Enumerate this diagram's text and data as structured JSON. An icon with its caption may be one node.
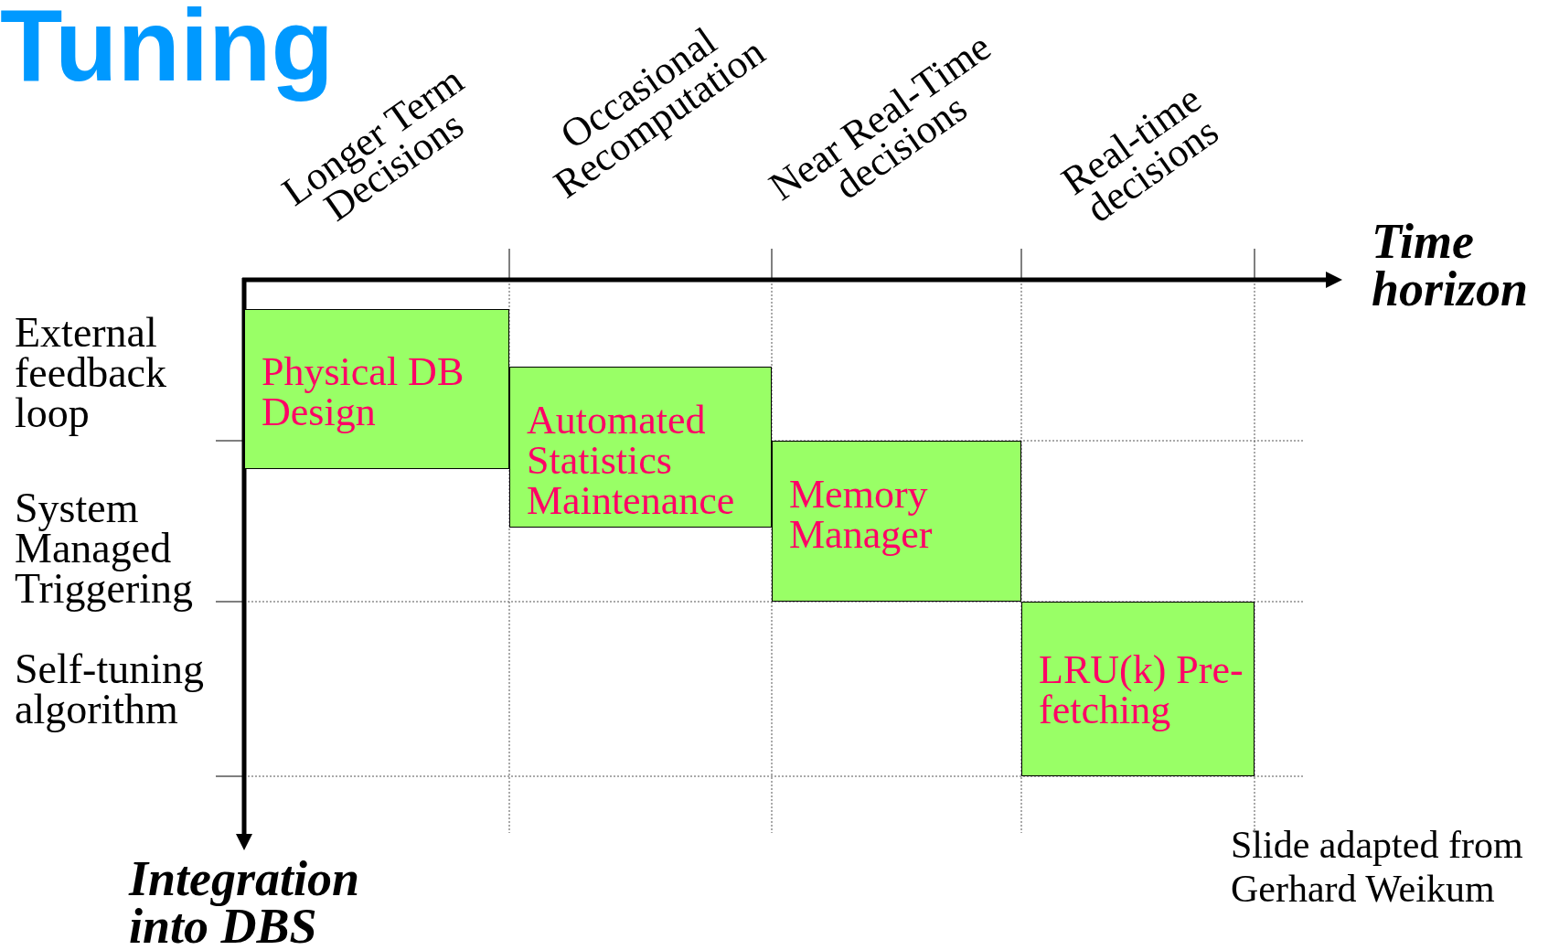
{
  "diagram": {
    "title": "Tuning",
    "nodes": [
      {
        "text": [
          "Physical DB Design"
        ]
      },
      {
        "text": [
          "Automated Statistics Maintenance"
        ]
      },
      {
        "text": [
          "Memory Manager"
        ]
      },
      {
        "text": [
          "LRU(k) Pre-fetching"
        ]
      }
    ],
    "labels": [
      "Longer Term Decisions",
      "Occasional Recomputation",
      "Near Real-Time decisions",
      "Real-time decisions",
      "Time horizon",
      "External feedback loop",
      "System Managed Triggering",
      "Self-tuning algorithm",
      "Integration into DBS",
      "Slide adapted from Gerhard Weikum"
    ]
  }
}
